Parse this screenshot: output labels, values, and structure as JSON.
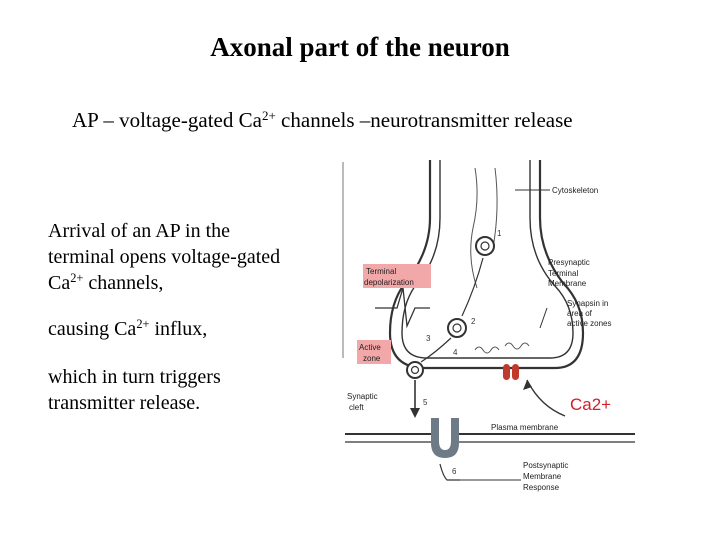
{
  "title": "Axonal part of the neuron",
  "subtitle": {
    "before": "AP – voltage-gated Ca",
    "sup": "2+",
    "after": " channels –neurotransmitter release"
  },
  "body": {
    "p1_before": "Arrival of an AP in the terminal opens voltage-gated Ca",
    "p1_sup": "2+",
    "p1_after": " channels,",
    "p2_before": " causing Ca",
    "p2_sup": "2+",
    "p2_after": " influx,",
    "p3": " which in turn triggers transmitter release."
  },
  "diagram": {
    "labels": {
      "cytoskeleton": "Cytoskeleton",
      "presynaptic": "Presynaptic",
      "terminal_membrane_1": "Terminal",
      "terminal_membrane_2": "Membrane",
      "synapsin_1": "Synapsin in",
      "synapsin_2": "area of",
      "synapsin_3": "active zones",
      "terminal_depol_1": "Terminal",
      "terminal_depol_2": "depolarization",
      "active_zone_1": "Active",
      "active_zone_2": "zone",
      "synaptic_cleft_1": "Synaptic",
      "synaptic_cleft_2": "cleft",
      "plasma_membrane": "Plasma membrane",
      "postsynaptic": "Postsynaptic",
      "post_membrane": "Membrane",
      "response": "Response",
      "ca": "Ca2+"
    },
    "steps": [
      "1",
      "2",
      "3",
      "4",
      "5",
      "6"
    ],
    "colors": {
      "label_box": "#f2a7a8",
      "channel": "#c0392b",
      "ca_text": "#d0202a",
      "line": "#333333"
    }
  }
}
